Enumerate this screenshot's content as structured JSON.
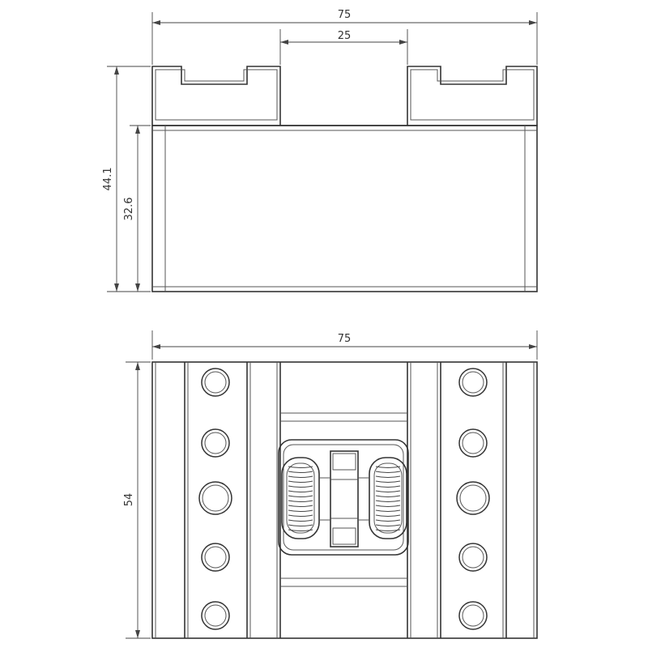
{
  "front_view": {
    "width_dim": "75",
    "gap_dim": "25",
    "total_height_dim": "44.1",
    "body_height_dim": "32.6"
  },
  "top_view": {
    "width_dim": "75",
    "depth_dim": "54",
    "holes_per_column": 5
  },
  "colors": {
    "line": "#333333",
    "background": "#ffffff"
  }
}
